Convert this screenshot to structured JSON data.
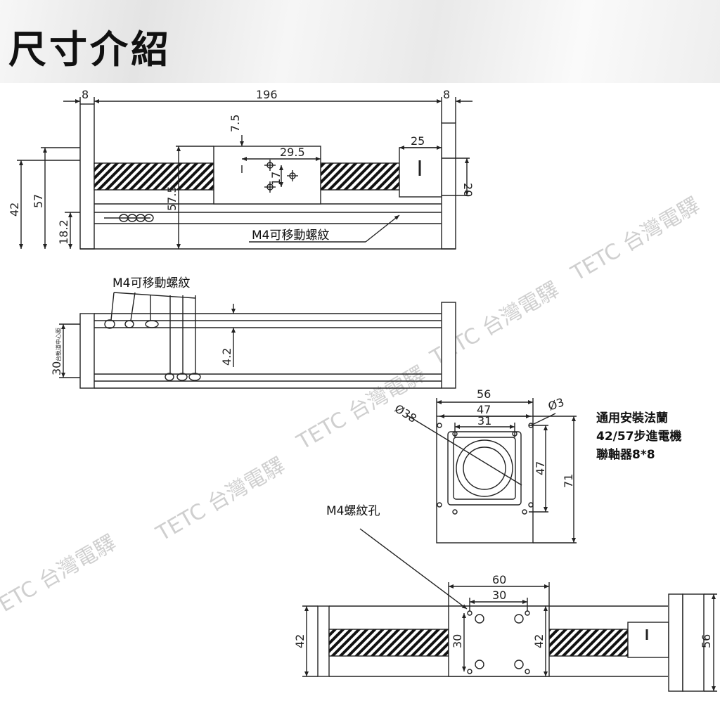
{
  "header": {
    "title": "尺寸介紹"
  },
  "watermark": {
    "text": "TETC 台灣電驛",
    "color": "#cfcfcf"
  },
  "top_view": {
    "dims": {
      "left_end": "8",
      "length": "196",
      "right_end": "8",
      "offset_top": "7.5",
      "hole_x": "29.5",
      "hole_y": "17",
      "motor_len": "25",
      "motor_h": "20",
      "h42": "42",
      "h57": "57",
      "h57_5": "57.5",
      "h18_2": "18.2"
    },
    "callout": "M4可移動螺紋"
  },
  "middle_view": {
    "callout": "M4可移動螺紋",
    "dims": {
      "rail_gap": "4.2",
      "rail_center": "30",
      "rail_center_note": "台軌道中心距"
    }
  },
  "flange_view": {
    "dims": {
      "w56": "56",
      "w47": "47",
      "w31": "31",
      "dia38": "Ø38",
      "dia3": "Ø3",
      "h47": "47",
      "h71": "71"
    },
    "notes": [
      "通用安裝法蘭",
      "42/57步進電機",
      "聯軸器8*8"
    ]
  },
  "bottom_view": {
    "callout": "M4螺紋孔",
    "dims": {
      "w60": "60",
      "w30": "30",
      "h30": "30",
      "h42_left": "42",
      "h42_right": "42",
      "h56": "56"
    }
  }
}
